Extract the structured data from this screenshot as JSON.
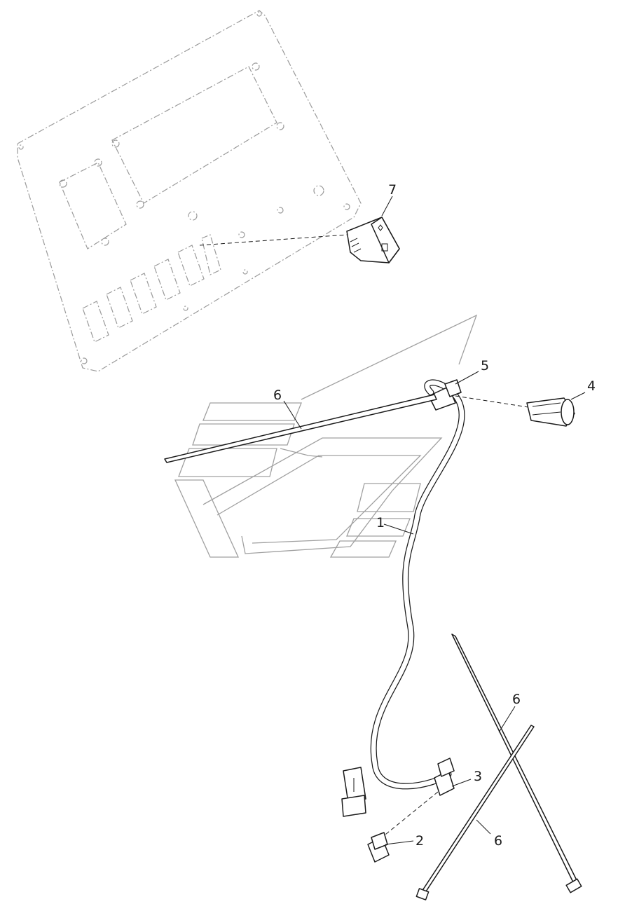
{
  "diagram": {
    "callouts": [
      {
        "id": "harness",
        "label": "1"
      },
      {
        "id": "connector-lower",
        "label": "2"
      },
      {
        "id": "connector-harness-lower",
        "label": "3"
      },
      {
        "id": "switch-connector",
        "label": "4"
      },
      {
        "id": "connector-harness-upper",
        "label": "5"
      },
      {
        "id": "cable-tie-upper",
        "label": "6"
      },
      {
        "id": "cable-tie-right",
        "label": "6"
      },
      {
        "id": "cable-tie-lower",
        "label": "6"
      },
      {
        "id": "rocker-switch",
        "label": "7"
      }
    ]
  }
}
